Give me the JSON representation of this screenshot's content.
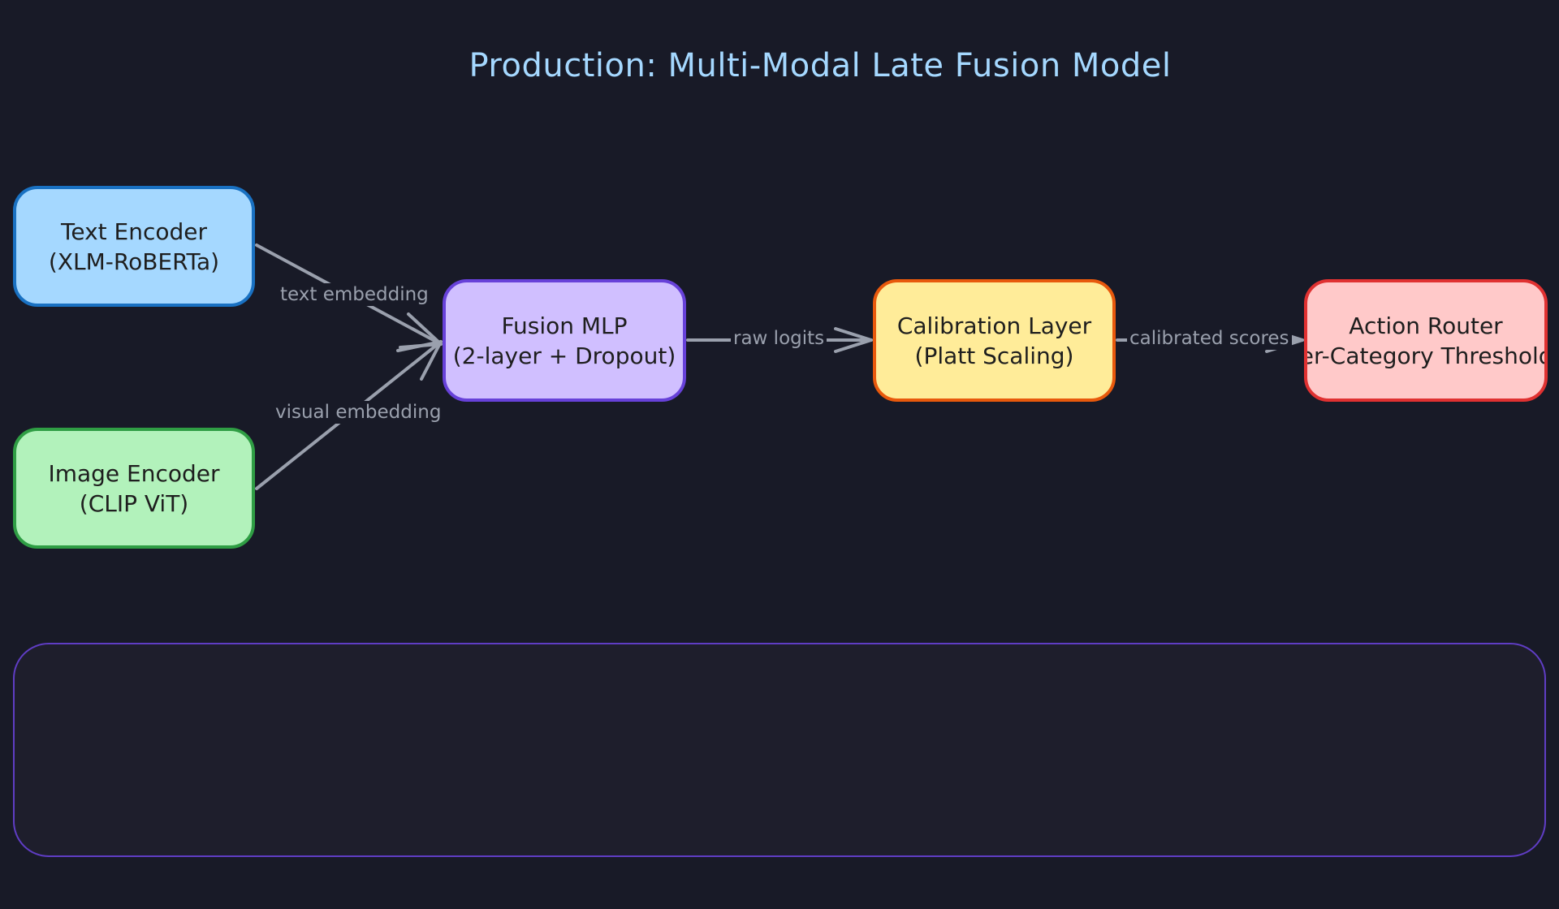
{
  "diagram": {
    "title": "Production: Multi-Modal Late Fusion Model",
    "nodes": {
      "text_encoder": {
        "line1": "Text Encoder",
        "line2": "(XLM-RoBERTa)",
        "fill": "#a5d8ff",
        "stroke": "#1971c2"
      },
      "image_encoder": {
        "line1": "Image Encoder",
        "line2": "(CLIP ViT)",
        "fill": "#b2f2bb",
        "stroke": "#2f9e44"
      },
      "fusion_mlp": {
        "line1": "Fusion MLP",
        "line2": "(2-layer + Dropout)",
        "fill": "#d0bfff",
        "stroke": "#6741d9"
      },
      "calibration_layer": {
        "line1": "Calibration Layer",
        "line2": "(Platt Scaling)",
        "fill": "#ffec99",
        "stroke": "#e8590c"
      },
      "action_router": {
        "line1": "Action Router",
        "line2": "Per-Category Thresholds",
        "fill": "#ffc9c9",
        "stroke": "#e03131"
      }
    },
    "edges": [
      {
        "from": "text_encoder",
        "to": "fusion_mlp",
        "label": "text embedding"
      },
      {
        "from": "image_encoder",
        "to": "fusion_mlp",
        "label": "visual embedding"
      },
      {
        "from": "fusion_mlp",
        "to": "calibration_layer",
        "label": "raw logits"
      },
      {
        "from": "calibration_layer",
        "to": "action_router",
        "label": "calibrated scores"
      }
    ],
    "colors": {
      "background": "#181a27",
      "title": "#a5d8ff",
      "edge": "#9aa0ad",
      "panel_border": "#5f3dc4"
    }
  }
}
